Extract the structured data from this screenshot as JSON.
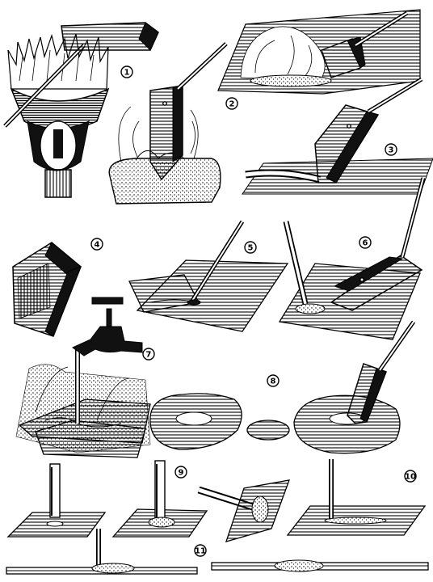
{
  "figures": [
    {
      "number": "1"
    },
    {
      "number": "2"
    },
    {
      "number": "3"
    },
    {
      "number": "4"
    },
    {
      "number": "5"
    },
    {
      "number": "6"
    },
    {
      "number": "7"
    },
    {
      "number": "8"
    },
    {
      "number": "9"
    },
    {
      "number": "10"
    },
    {
      "number": "11"
    }
  ],
  "colors": {
    "ink": "#000000",
    "paper": "#ffffff"
  }
}
